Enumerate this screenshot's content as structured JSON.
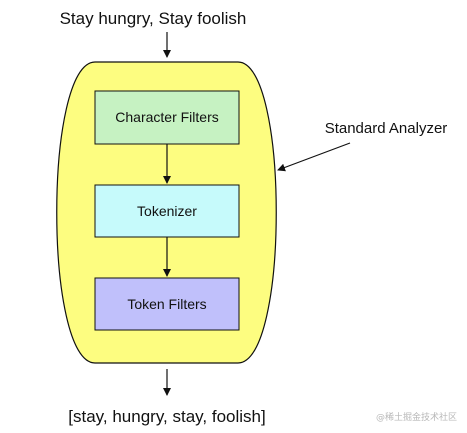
{
  "diagram": {
    "input_text": "Stay hungry, Stay foolish",
    "output_text": "[stay, hungry, stay, foolish]",
    "container_label": "Standard Analyzer",
    "stages": [
      {
        "label": "Character Filters",
        "fill": "#c6f2c2"
      },
      {
        "label": "Tokenizer",
        "fill": "#c6fafb"
      },
      {
        "label": "Token Filters",
        "fill": "#c0c0fb"
      }
    ],
    "container_fill": "#fdfd80",
    "watermark": "@稀土掘金技术社区"
  }
}
